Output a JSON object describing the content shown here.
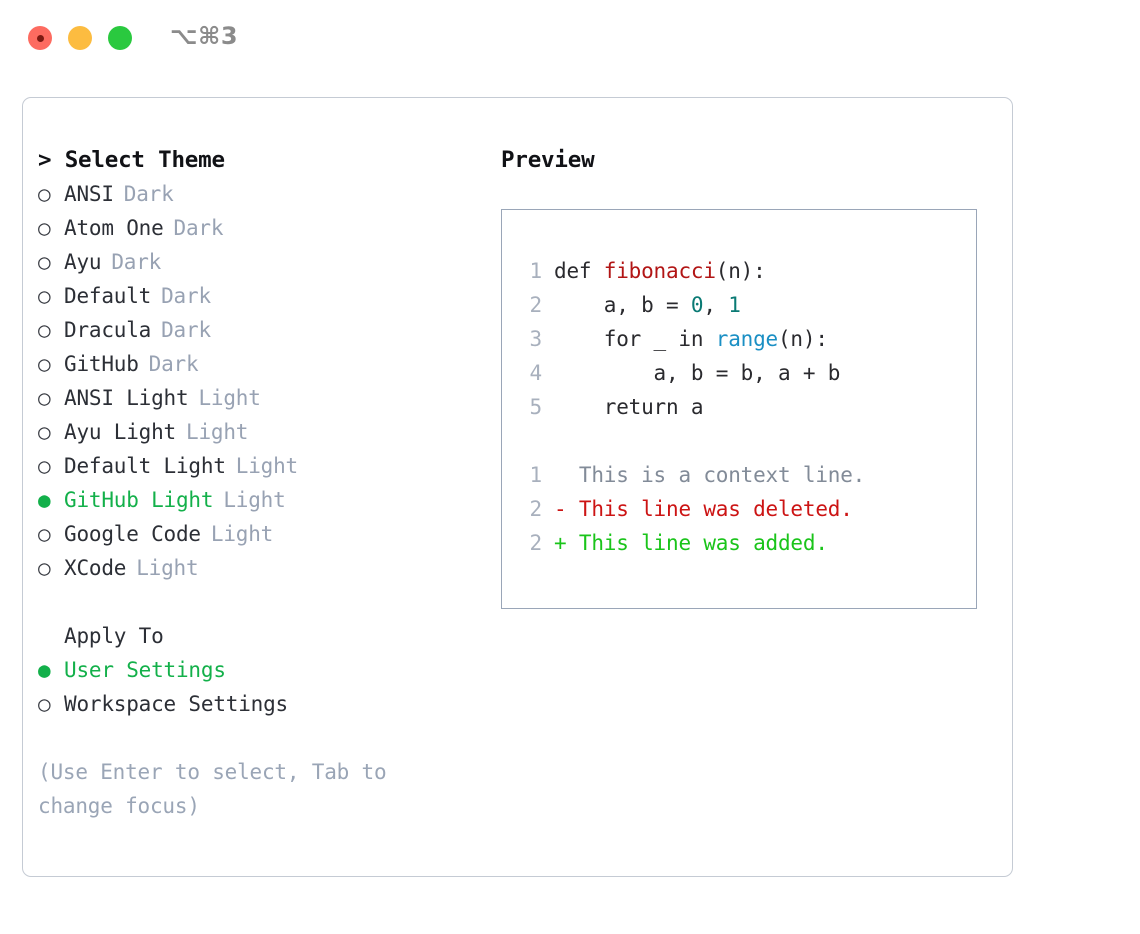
{
  "titlebar": {
    "shortcut": "⌥⌘3",
    "buttons": [
      {
        "name": "close",
        "color": "#fd6b60"
      },
      {
        "name": "minimize",
        "color": "#fcbc40"
      },
      {
        "name": "maximize",
        "color": "#2ac93f"
      }
    ]
  },
  "theme_list": {
    "header": "> Select Theme",
    "items": [
      {
        "marker": "○",
        "label": "ANSI",
        "badge": "Dark",
        "selected": false
      },
      {
        "marker": "○",
        "label": "Atom One",
        "badge": "Dark",
        "selected": false
      },
      {
        "marker": "○",
        "label": "Ayu",
        "badge": "Dark",
        "selected": false
      },
      {
        "marker": "○",
        "label": "Default",
        "badge": "Dark",
        "selected": false
      },
      {
        "marker": "○",
        "label": "Dracula",
        "badge": "Dark",
        "selected": false
      },
      {
        "marker": "○",
        "label": "GitHub",
        "badge": "Dark",
        "selected": false
      },
      {
        "marker": "○",
        "label": "ANSI Light",
        "badge": "Light",
        "selected": false
      },
      {
        "marker": "○",
        "label": "Ayu Light",
        "badge": "Light",
        "selected": false
      },
      {
        "marker": "○",
        "label": "Default Light",
        "badge": "Light",
        "selected": false
      },
      {
        "marker": "●",
        "label": "GitHub Light",
        "badge": "Light",
        "selected": true
      },
      {
        "marker": "○",
        "label": "Google Code",
        "badge": "Light",
        "selected": false
      },
      {
        "marker": "○",
        "label": "XCode",
        "badge": "Light",
        "selected": false
      }
    ]
  },
  "apply_to": {
    "header": "Apply To",
    "items": [
      {
        "marker": "●",
        "label": "User Settings",
        "selected": true
      },
      {
        "marker": "○",
        "label": "Workspace Settings",
        "selected": false
      }
    ]
  },
  "help": {
    "text": "(Use Enter to select, Tab to change focus)"
  },
  "preview": {
    "header": "Preview",
    "code_lines": [
      {
        "no": "1",
        "tokens": [
          {
            "t": "def ",
            "c": "plain"
          },
          {
            "t": "fibonacci",
            "c": "fn"
          },
          {
            "t": "(n):",
            "c": "plain"
          }
        ]
      },
      {
        "no": "2",
        "tokens": [
          {
            "t": "    a, b = ",
            "c": "plain"
          },
          {
            "t": "0",
            "c": "num"
          },
          {
            "t": ", ",
            "c": "plain"
          },
          {
            "t": "1",
            "c": "num"
          }
        ]
      },
      {
        "no": "3",
        "tokens": [
          {
            "t": "    for _ in ",
            "c": "plain"
          },
          {
            "t": "range",
            "c": "build"
          },
          {
            "t": "(n):",
            "c": "plain"
          }
        ]
      },
      {
        "no": "4",
        "tokens": [
          {
            "t": "        a, b = b, a + b",
            "c": "plain"
          }
        ]
      },
      {
        "no": "5",
        "tokens": [
          {
            "t": "    return a",
            "c": "plain"
          }
        ]
      }
    ],
    "diff_lines": [
      {
        "no": "1",
        "sign": " ",
        "text": " This is a context line.",
        "kind": "ctx"
      },
      {
        "no": "2",
        "sign": "-",
        "text": " This line was deleted.",
        "kind": "del"
      },
      {
        "no": "2",
        "sign": "+",
        "text": " This line was added.",
        "kind": "add"
      }
    ]
  },
  "colors": {
    "accent_green": "#13b04a",
    "diff_add": "#1ac41a",
    "diff_del": "#cc1414",
    "badge_gray": "#98a2b3",
    "keyword_fn": "#b21515",
    "number_teal": "#0a7a74",
    "builtin_blue": "#1a8fc4",
    "panel_border": "#c5cbd4",
    "preview_border": "#9aa6b8"
  }
}
